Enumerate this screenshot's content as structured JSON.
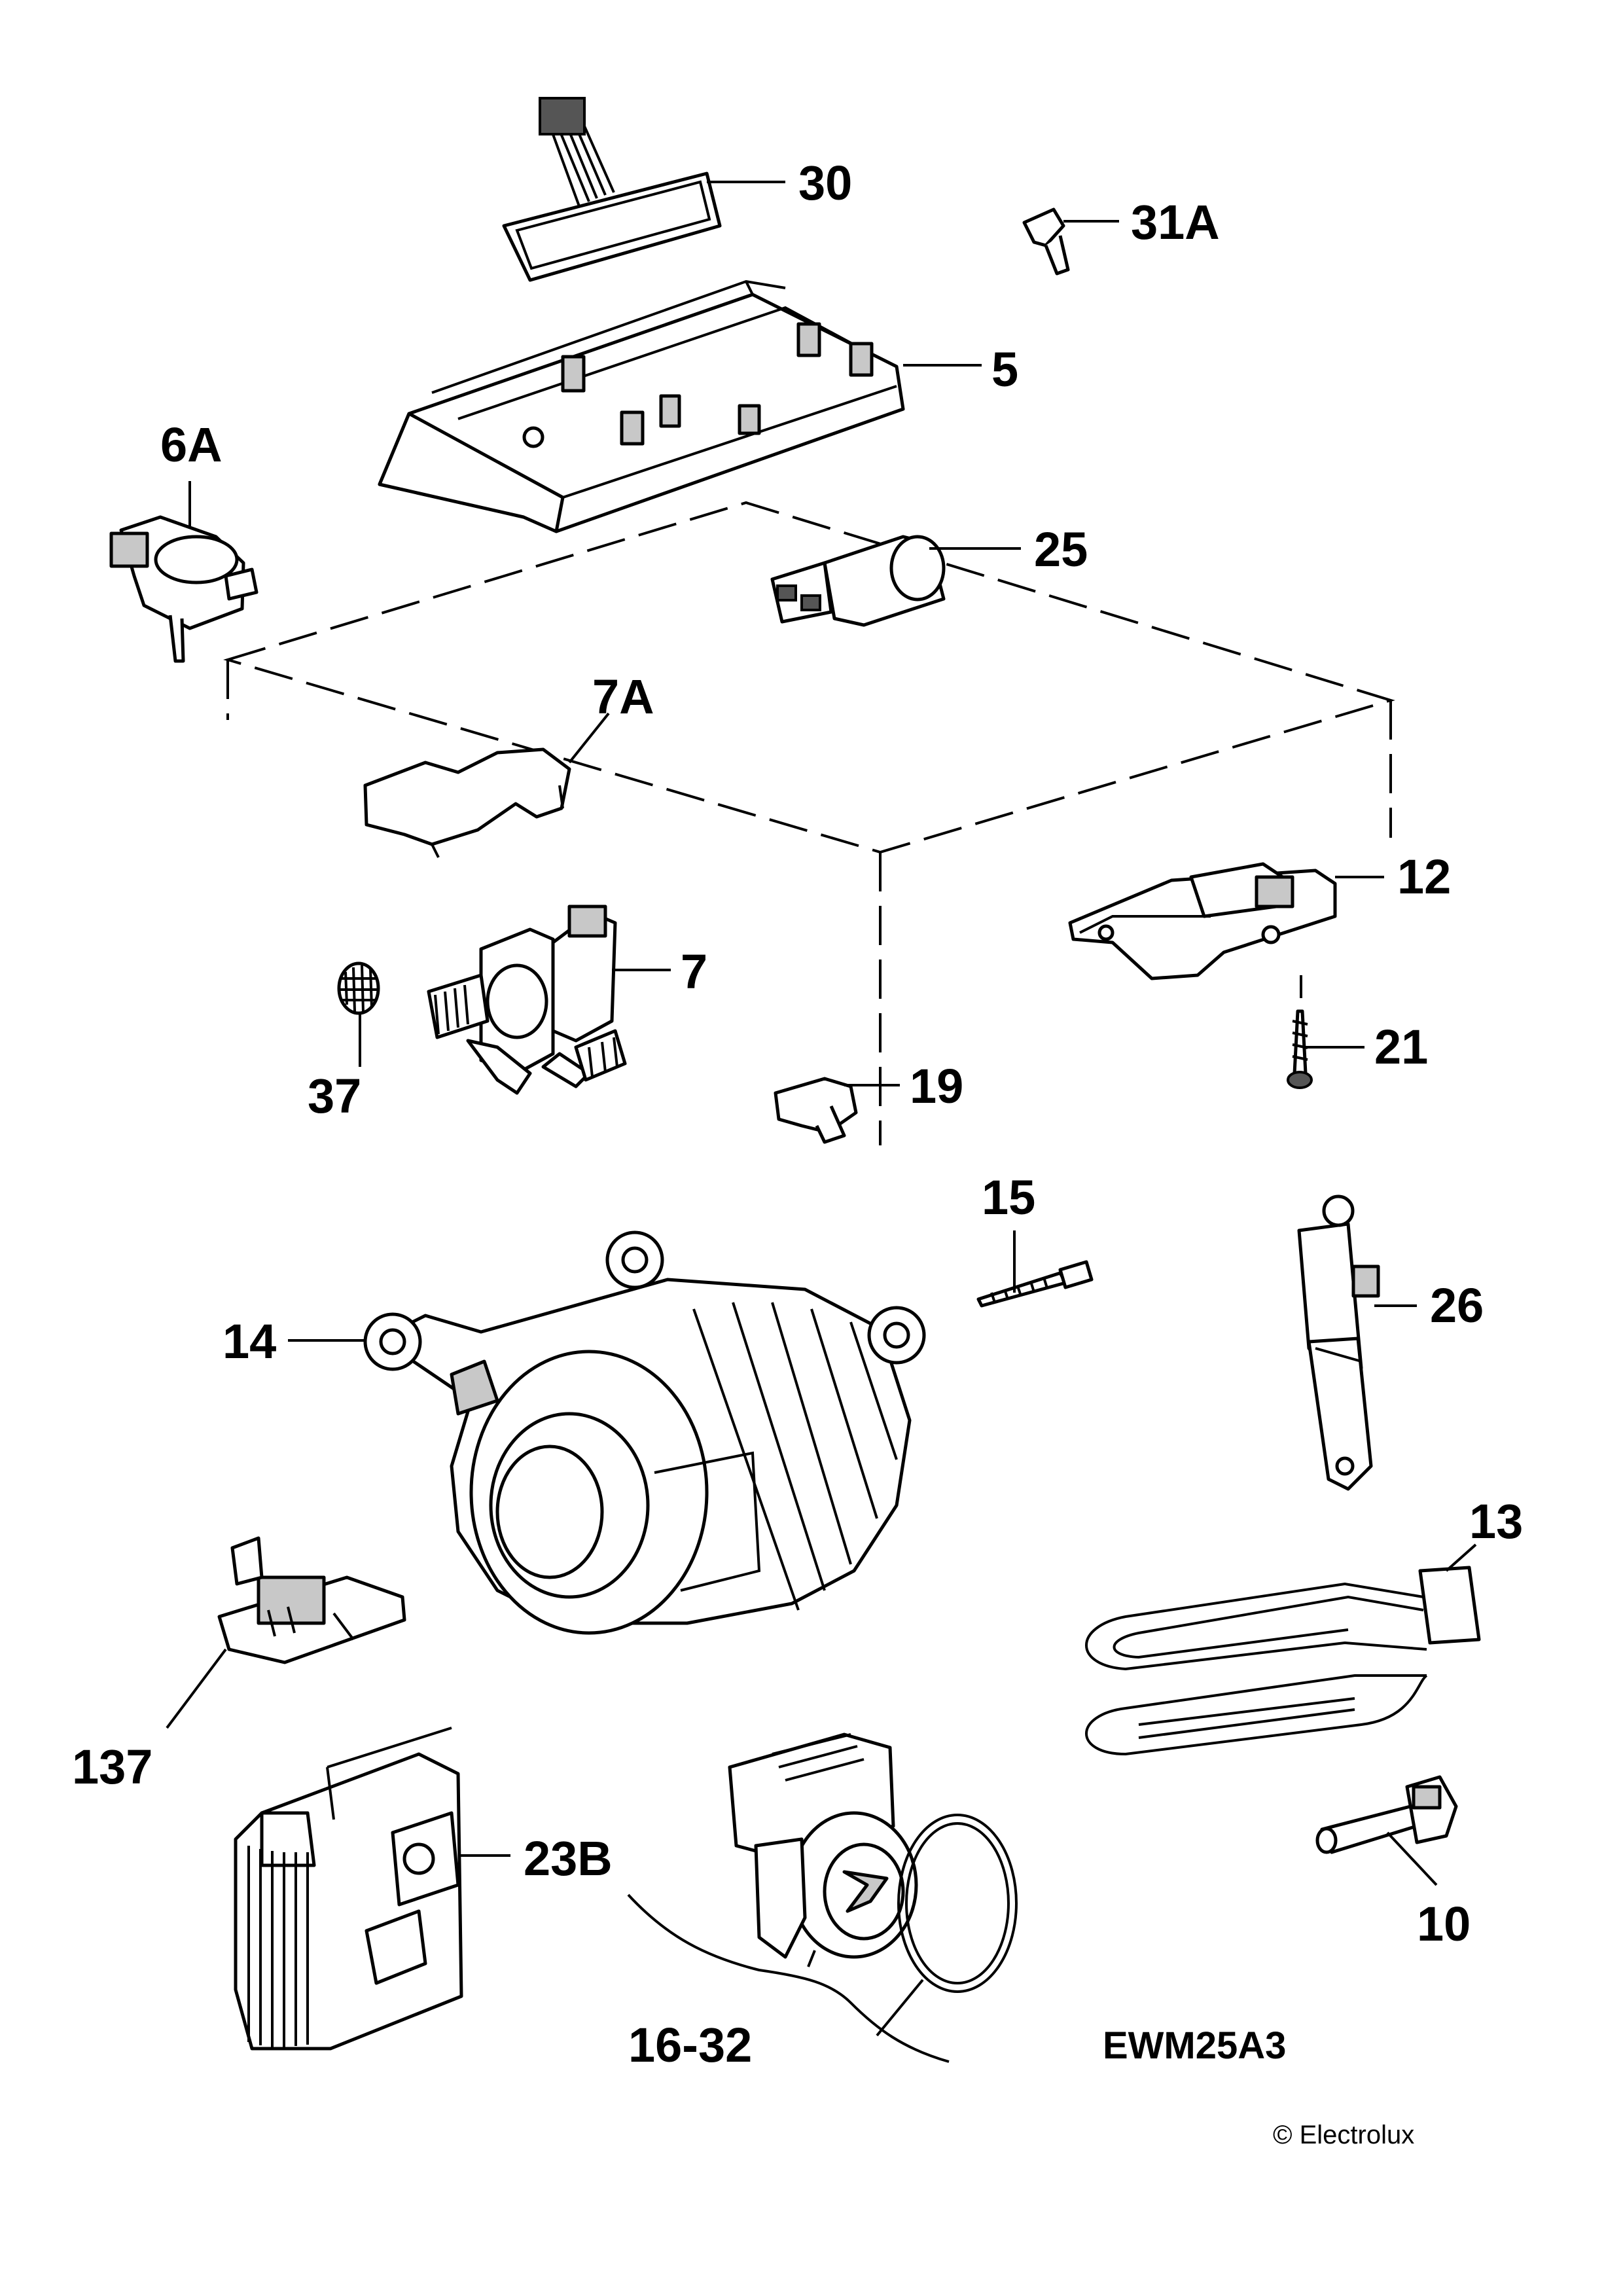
{
  "model_code": "EWM25A3",
  "copyright": "© Electrolux",
  "callouts": {
    "p30": "30",
    "p31a": "31A",
    "p5": "5",
    "p6a": "6A",
    "p25": "25",
    "p7a": "7A",
    "p12": "12",
    "p7": "7",
    "p21": "21",
    "p37": "37",
    "p19": "19",
    "p15": "15",
    "p14": "14",
    "p26": "26",
    "p13": "13",
    "p137": "137",
    "p23b": "23B",
    "p10": "10",
    "p16_32": "16-32"
  }
}
